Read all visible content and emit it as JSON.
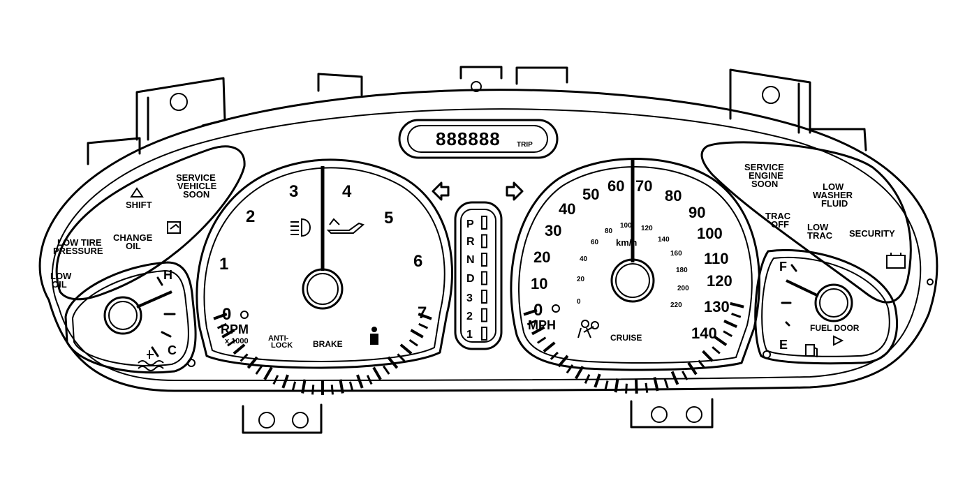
{
  "odometer": {
    "digits": "888888",
    "label": "TRIP"
  },
  "tachometer": {
    "ticks": [
      "0",
      "1",
      "2",
      "3",
      "4",
      "5",
      "6",
      "7"
    ],
    "unit": "RPM",
    "multiplier": "x 1000"
  },
  "speedometer": {
    "mph_ticks": [
      "0",
      "10",
      "20",
      "30",
      "40",
      "50",
      "60",
      "70",
      "80",
      "90",
      "100",
      "110",
      "120",
      "130",
      "140"
    ],
    "kmh_ticks": [
      "0",
      "20",
      "40",
      "60",
      "80",
      "100",
      "120",
      "140",
      "160",
      "180",
      "200",
      "220"
    ],
    "mph_unit": "MPH",
    "kmh_unit": "km/h"
  },
  "gear_selector": [
    "P",
    "R",
    "N",
    "D",
    "3",
    "2",
    "1"
  ],
  "temp_gauge": {
    "hot": "H",
    "cold": "C"
  },
  "fuel_gauge": {
    "full": "F",
    "empty": "E",
    "fuel_door": "FUEL DOOR"
  },
  "left_warnings": {
    "low_oil": [
      "LOW",
      "OIL"
    ],
    "low_tire": [
      "LOW TIRE",
      "PRESSURE"
    ],
    "change_oil": [
      "CHANGE",
      "OIL"
    ],
    "shift": "SHIFT",
    "service_vehicle": [
      "SERVICE",
      "VEHICLE",
      "SOON"
    ]
  },
  "right_warnings": {
    "service_engine": [
      "SERVICE",
      "ENGINE",
      "SOON"
    ],
    "low_washer": [
      "LOW",
      "WASHER",
      "FLUID"
    ],
    "trac_off": [
      "TRAC",
      "OFF"
    ],
    "low_trac": [
      "LOW",
      "TRAC"
    ],
    "security": "SECURITY"
  },
  "bottom_labels": {
    "anti_lock": [
      "ANTI-",
      "LOCK"
    ],
    "brake": "BRAKE",
    "cruise": "CRUISE"
  },
  "icons": [
    "turn-left-arrow-icon",
    "turn-right-arrow-icon",
    "headlight-icon",
    "oil-can-icon",
    "seatbelt-icon",
    "airbag-icon",
    "battery-icon",
    "fuel-pump-icon",
    "coolant-icon",
    "shift-triangle-icon",
    "wrench-box-icon",
    "bolt-icon"
  ],
  "colors": {
    "ink": "#000000",
    "paper": "#ffffff"
  }
}
